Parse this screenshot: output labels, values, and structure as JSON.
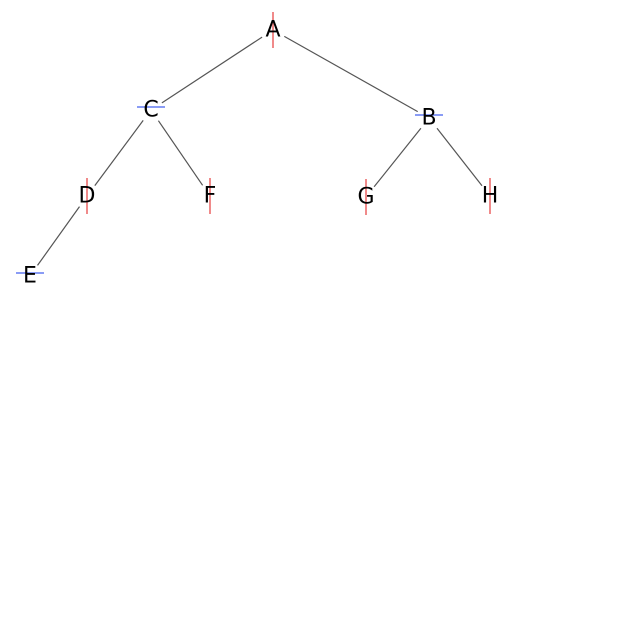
{
  "colors": {
    "vertical_mark": "#f08a8a",
    "horizontal_mark": "#8a9cf5",
    "edge": "#555555",
    "label": "#000000"
  },
  "nodes": [
    {
      "id": "A",
      "label": "A",
      "mark": "vertical"
    },
    {
      "id": "C",
      "label": "C",
      "mark": "horizontal"
    },
    {
      "id": "B",
      "label": "B",
      "mark": "horizontal"
    },
    {
      "id": "D",
      "label": "D",
      "mark": "vertical"
    },
    {
      "id": "F",
      "label": "F",
      "mark": "vertical"
    },
    {
      "id": "G",
      "label": "G",
      "mark": "vertical"
    },
    {
      "id": "H",
      "label": "H",
      "mark": "vertical"
    },
    {
      "id": "E",
      "label": "E",
      "mark": "horizontal"
    }
  ],
  "edges": [
    {
      "from": "A",
      "to": "C"
    },
    {
      "from": "A",
      "to": "B"
    },
    {
      "from": "C",
      "to": "D"
    },
    {
      "from": "C",
      "to": "F"
    },
    {
      "from": "B",
      "to": "G"
    },
    {
      "from": "B",
      "to": "H"
    },
    {
      "from": "D",
      "to": "E"
    }
  ]
}
